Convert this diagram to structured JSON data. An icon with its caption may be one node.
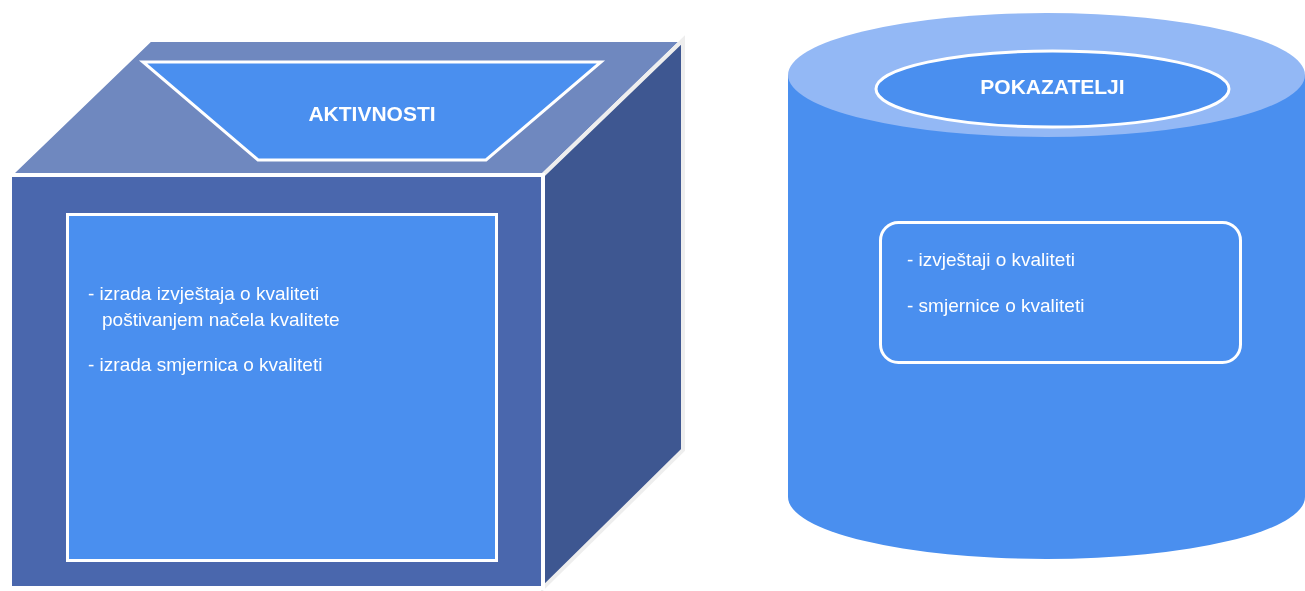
{
  "diagram": {
    "nodes": [
      {
        "text": [],
        "shape": "box"
      },
      {
        "text": [
          "AKTIVNOSTI"
        ]
      },
      {
        "text": [
          "- izrada izvještaja o kvaliteti poštivanjem načela kvalitete",
          "- izrada smjernica o kvaliteti"
        ],
        "in": 0
      },
      {
        "text": [],
        "shape": "cylinder"
      },
      {
        "text": [
          "POKAZATELJI"
        ]
      },
      {
        "text": [
          "- izvještaji o kvaliteti",
          "- smjernice o kvaliteti"
        ],
        "in": 3
      }
    ]
  }
}
